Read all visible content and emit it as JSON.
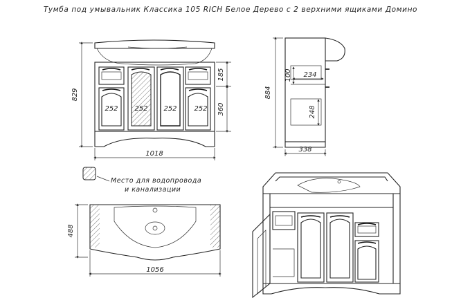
{
  "title": "Тумба под умывальник Классика 105 RICH Белое Дерево с 2 верхними ящиками Домино",
  "front_view": {
    "width": "1018",
    "height": "829",
    "drawer_height": "185",
    "door_height": "360",
    "door_widths": [
      "252",
      "252",
      "252",
      "252"
    ]
  },
  "side_view": {
    "height": "884",
    "depth": "338",
    "shelf_depth": "234",
    "gap": "100",
    "shelf_height": "248"
  },
  "top_view": {
    "width": "1056",
    "depth": "488"
  },
  "legend": {
    "line1": "Место для водопровода",
    "line2": "и канализации"
  },
  "colors": {
    "line": "#222222",
    "hatch": "#555555"
  }
}
